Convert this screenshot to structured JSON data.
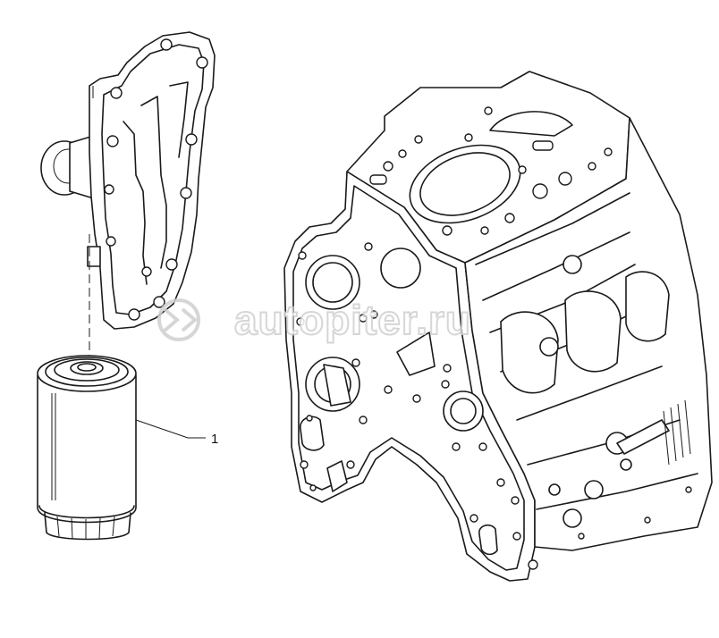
{
  "diagram": {
    "callouts": [
      {
        "label": "1",
        "part": "oil-filter"
      }
    ]
  },
  "watermark": {
    "text": "autopiter.ru",
    "color": "#d0d0d0"
  },
  "colors": {
    "line": "#1a1a1a",
    "background": "#ffffff"
  }
}
